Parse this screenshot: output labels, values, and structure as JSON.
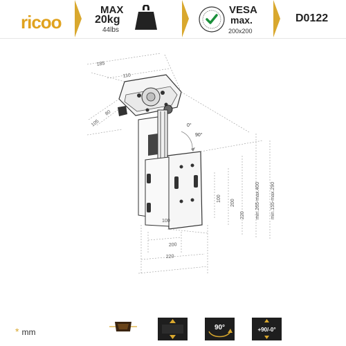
{
  "header": {
    "brand": "ricoo",
    "max_label": "MAX",
    "max_value": "20kg",
    "max_lbs": "44lbs",
    "vesa_label": "VESA",
    "vesa_max": "max.",
    "vesa_dim": "200x200",
    "model": "D0122",
    "accent_color": "#d9a82e"
  },
  "dimensions": {
    "d185": "185",
    "d110": "110",
    "d80": "80",
    "d105": "105",
    "d100_h": "100",
    "d200_h": "200",
    "d220_h": "220",
    "d100_v": "100",
    "d200_v": "200",
    "d220_v": "220",
    "min_max_400": "min.265-max.400",
    "min_max_290": "min.155-max.290",
    "angle_0": "0°",
    "angle_90": "90°"
  },
  "footer": {
    "unit": "mm",
    "badge_90": "90°",
    "badge_tilt": "+90/-0°",
    "icons": [
      "extension-icon",
      "height-adjust-icon",
      "rotation-icon",
      "tilt-icon"
    ]
  }
}
